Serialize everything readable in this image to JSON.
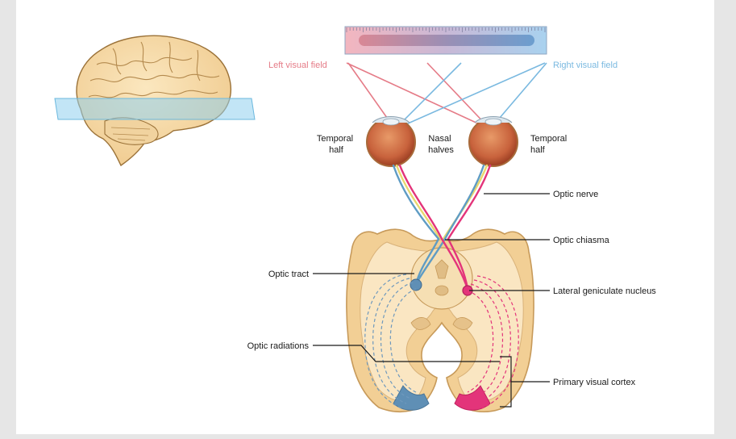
{
  "diagram": {
    "field_labels": {
      "left": "Left visual field",
      "right": "Right visual field"
    },
    "eye_labels": {
      "temporal_left": [
        "Temporal",
        "half"
      ],
      "nasal": [
        "Nasal",
        "halves"
      ],
      "temporal_right": [
        "Temporal",
        "half"
      ]
    },
    "callouts": {
      "optic_nerve": "Optic nerve",
      "optic_chiasma": "Optic chiasma",
      "optic_tract": "Optic tract",
      "lateral_geniculate_nucleus": "Lateral geniculate nucleus",
      "optic_radiations": "Optic radiations",
      "primary_visual_cortex": "Primary visual cortex"
    },
    "colors": {
      "left_field": "#e57b87",
      "right_field": "#7ab9e0",
      "left_pathway": "#e3347a",
      "right_pathway": "#5f9cc4",
      "yellow_pathway": "#e8d870",
      "brain_tissue": "#f6dfb3",
      "brain_outline": "#c79a5a",
      "slice_plane": "#8fd0ee"
    }
  }
}
